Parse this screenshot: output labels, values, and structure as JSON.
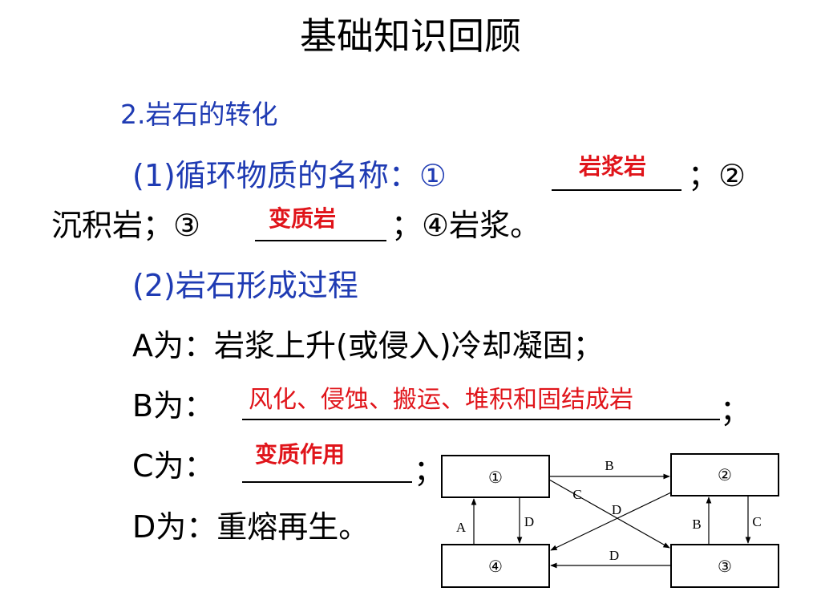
{
  "page": {
    "title": "基础知识回顾",
    "section": "2.岩石的转化",
    "q1": {
      "label": "(1)循环物质的名称：①",
      "sep1": "；②",
      "line2a": "沉积岩；③",
      "line2b": "；④岩浆。",
      "ans1": "岩浆岩",
      "ans3": "变质岩"
    },
    "q2": {
      "label": "(2)岩石形成过程",
      "a": "A为：岩浆上升(或侵入)冷却凝固；",
      "b_label": "B为：",
      "b_ans": "风化、侵蚀、搬运、堆积和固结成岩",
      "b_end": "；",
      "c_label": "C为：",
      "c_ans": "变质作用",
      "c_end": "；",
      "d": "D为：重熔再生。"
    }
  },
  "diagram": {
    "boxes": {
      "b1": "①",
      "b2": "②",
      "b3": "③",
      "b4": "④"
    },
    "labels": {
      "top_b": "B",
      "bottom_d": "D",
      "cross_c": "C",
      "cross_d": "D",
      "left_a": "A",
      "left_d": "D",
      "right_b": "B",
      "right_c": "C"
    }
  }
}
